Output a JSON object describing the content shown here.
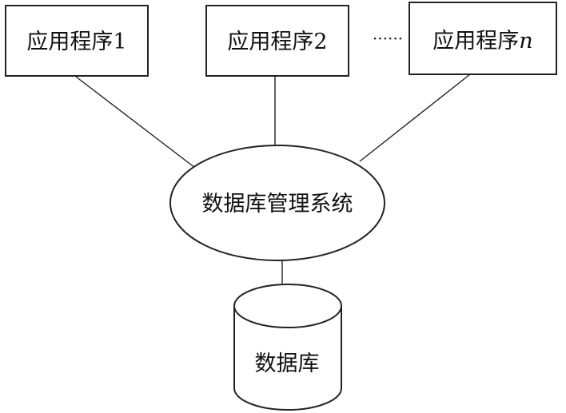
{
  "diagram": {
    "apps": [
      {
        "prefix": "应用程序",
        "suffix": "1"
      },
      {
        "prefix": "应用程序",
        "suffix": "2"
      },
      {
        "prefix": "应用程序",
        "suffix": "n"
      }
    ],
    "ellipsis": "······",
    "dbms": {
      "label": "数据库管理系统"
    },
    "database": {
      "label": "数据库"
    }
  }
}
